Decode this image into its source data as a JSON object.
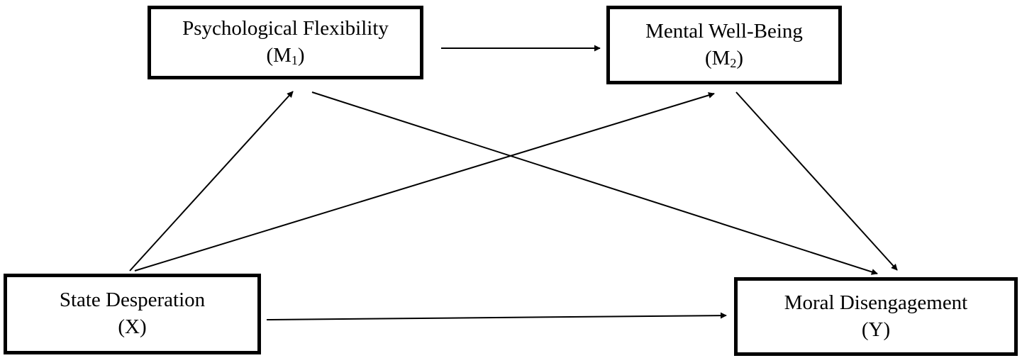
{
  "nodes": {
    "m1": {
      "label": "Psychological Flexibility",
      "sub_open": "(M",
      "sub_index": "1",
      "sub_close": ")"
    },
    "m2": {
      "label": "Mental Well-Being",
      "sub_open": "(M",
      "sub_index": "2",
      "sub_close": ")"
    },
    "x": {
      "label": "State Desperation",
      "sub": "(X)"
    },
    "y": {
      "label": "Moral Disengagement",
      "sub": "(Y)"
    }
  },
  "edges": [
    {
      "from": "m1",
      "to": "m2"
    },
    {
      "from": "x",
      "to": "m1"
    },
    {
      "from": "x",
      "to": "m2"
    },
    {
      "from": "m1",
      "to": "y"
    },
    {
      "from": "m2",
      "to": "y"
    },
    {
      "from": "x",
      "to": "y"
    }
  ],
  "colors": {
    "stroke": "#000000",
    "background": "#ffffff"
  }
}
